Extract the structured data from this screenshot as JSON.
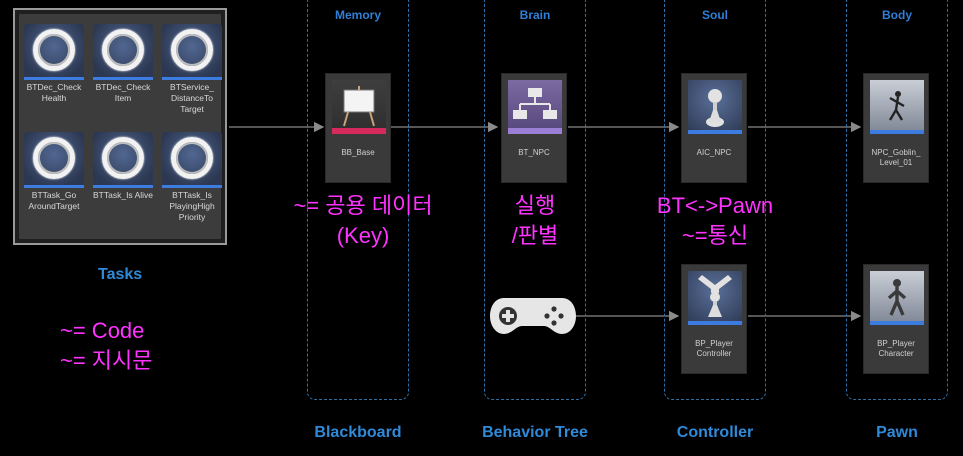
{
  "tasks": {
    "title": "Tasks",
    "items": [
      {
        "label": "BTDec_Check Health"
      },
      {
        "label": "BTDec_Check Item"
      },
      {
        "label": "BTService_ DistanceTo Target"
      },
      {
        "label": "BTTask_Go AroundTarget"
      },
      {
        "label": "BTTask_Is Alive"
      },
      {
        "label": "BTTask_Is PlayingHigh Priority"
      }
    ]
  },
  "columns": {
    "memory": {
      "header": "Memory",
      "footer": "Blackboard"
    },
    "brain": {
      "header": "Brain",
      "footer": "Behavior Tree"
    },
    "soul": {
      "header": "Soul",
      "footer": "Controller"
    },
    "body": {
      "header": "Body",
      "footer": "Pawn"
    }
  },
  "assets": {
    "bb_base": "BB_Base",
    "bt_npc": "BT_NPC",
    "aic_npc": "AIC_NPC",
    "npc_goblin": "NPC_Goblin_ Level_01",
    "bp_player_controller": "BP_Player Controller",
    "bp_player_character": "BP_Player Character"
  },
  "notes": {
    "blackboard_line1": "~= 공용 데이터",
    "blackboard_line2": "(Key)",
    "bt_line1": "실행",
    "bt_line2": "/판별",
    "controller_line1": "BT<->Pawn",
    "controller_line2": "~=통신",
    "code_line1": "~= Code",
    "code_line2": "~= 지시문"
  },
  "colors": {
    "accent_blue": "#2f8ad9",
    "dashed_border": "#2d6fa6",
    "annotation_magenta": "#ff33ff",
    "background": "#000000"
  }
}
